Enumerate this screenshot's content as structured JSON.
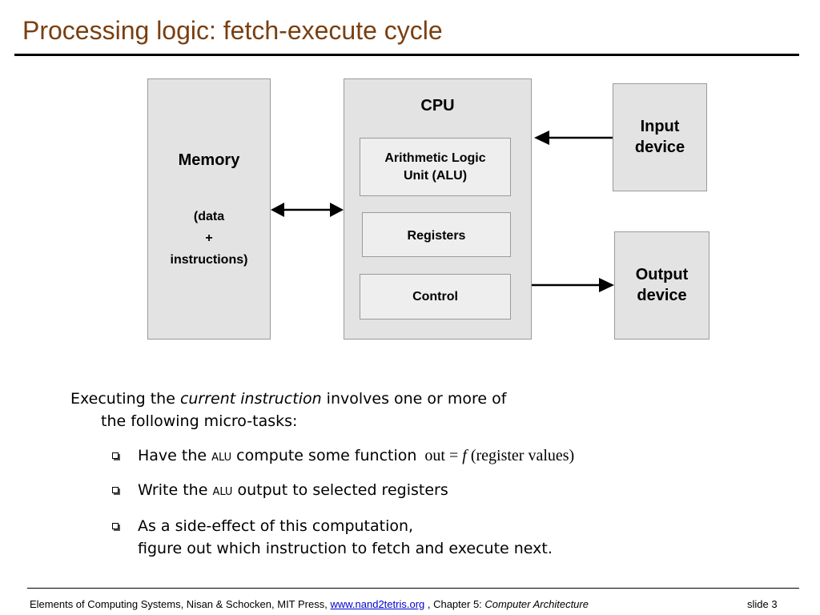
{
  "title": "Processing logic: fetch-execute cycle",
  "diagram": {
    "memory": {
      "label": "Memory",
      "line1": "(data",
      "line2": "+",
      "line3": "instructions)"
    },
    "cpu": {
      "label": "CPU",
      "alu_line1": "Arithmetic Logic",
      "alu_line2": "Unit (ALU)",
      "registers": "Registers",
      "control": "Control"
    },
    "input_device": {
      "line1": "Input",
      "line2": "device"
    },
    "output_device": {
      "line1": "Output",
      "line2": "device"
    }
  },
  "body": {
    "intro_prefix": "Executing the ",
    "intro_emph": "current instruction",
    "intro_suffix": " involves one or more of",
    "intro_line2": "the following micro-tasks:",
    "bullets": [
      {
        "pre": "Have the ",
        "alu": "ALU",
        "post": " compute some function",
        "formula_a": "out = ",
        "formula_f": "f",
        "formula_b": " (register values)"
      },
      {
        "pre": "Write the ",
        "alu": "ALU",
        "post": " output to selected registers"
      },
      {
        "line1": "As a side-effect of this computation,",
        "line2": "figure out which instruction to fetch and execute next."
      }
    ]
  },
  "footer": {
    "left_prefix": "Elements of Computing Systems, Nisan & Schocken, MIT Press, ",
    "link": "www.nand2tetris.org",
    "middle": " , Chapter 5: ",
    "chapter": "Computer Architecture",
    "slide": "slide 3"
  }
}
